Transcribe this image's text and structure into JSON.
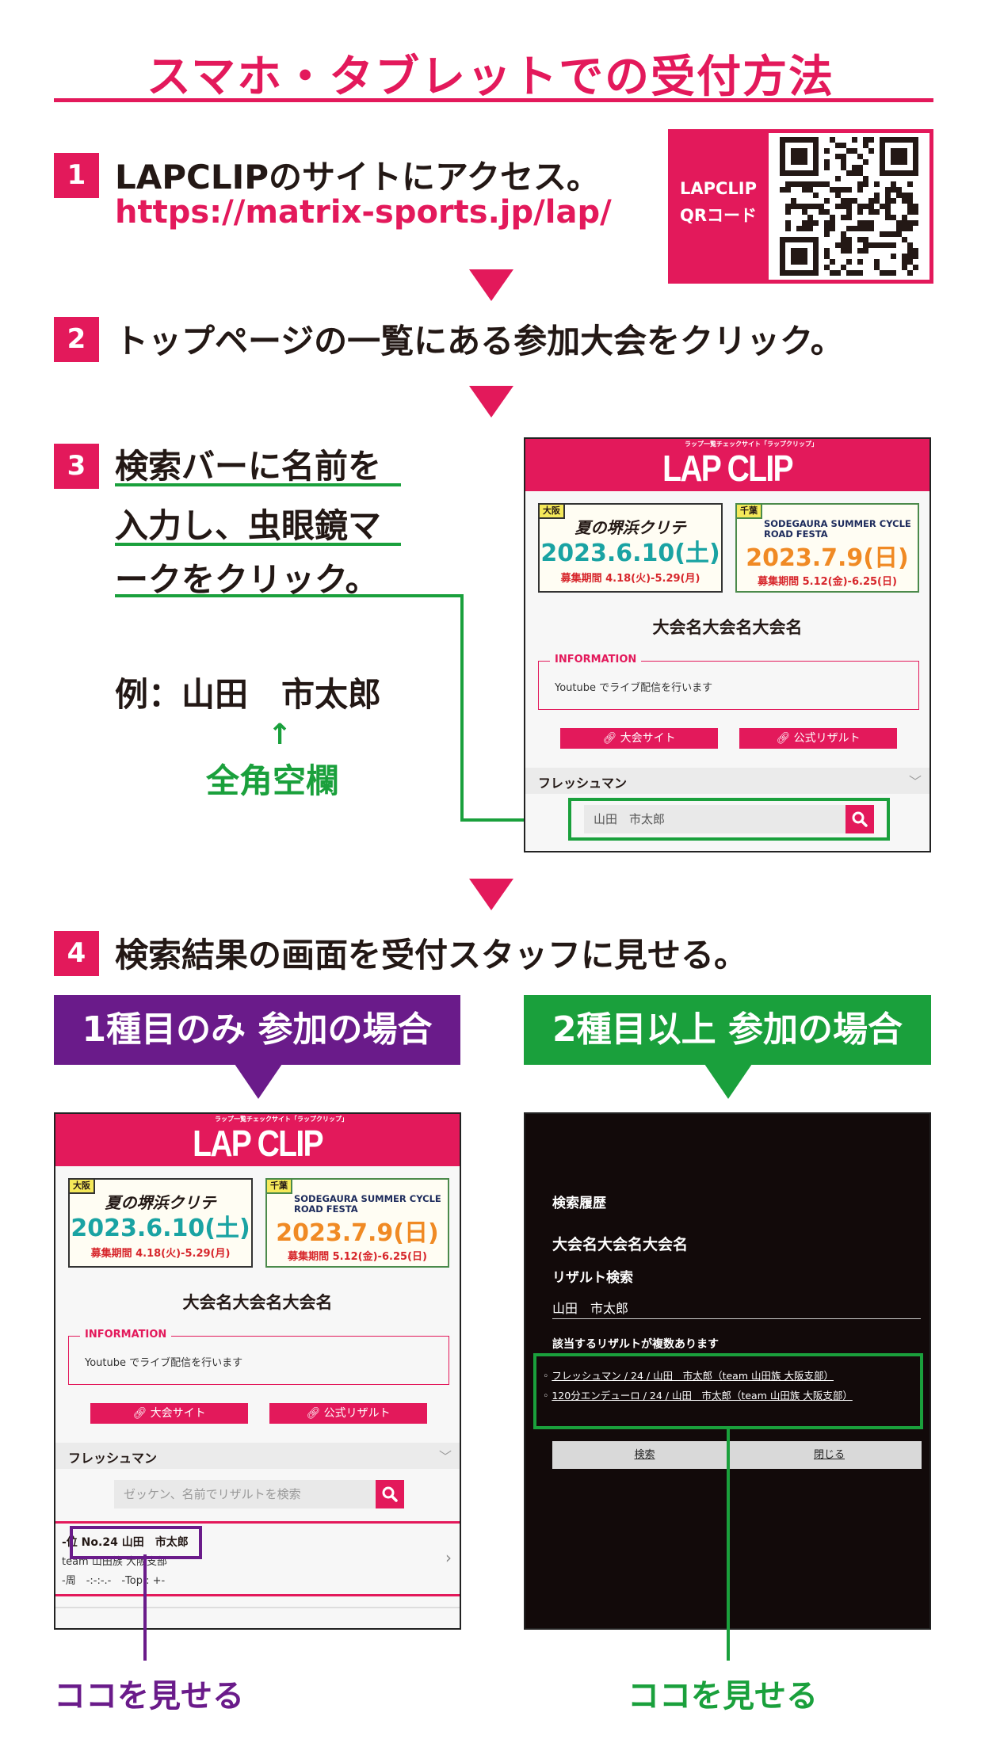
{
  "title": "スマホ・タブレットでの受付方法",
  "colors": {
    "accent": "#e3195b",
    "green": "#1aa03c",
    "purple": "#6a1b8a",
    "teal": "#1aa3a3",
    "orange": "#f08a24"
  },
  "steps": [
    {
      "num": "1",
      "text": "LAPCLIPのサイトにアクセス。",
      "url": "https://matrix-sports.jp/lap/"
    },
    {
      "num": "2",
      "text": "トップページの一覧にある参加大会をクリック。"
    },
    {
      "num": "3",
      "lines": [
        "検索バーに名前を",
        "入力し、虫眼鏡マ",
        "ークをクリック。"
      ],
      "example": "例：山田　市太郎",
      "arrow": "↑",
      "note": "全角空欄"
    },
    {
      "num": "4",
      "text": "検索結果の画面を受付スタッフに見せる。"
    }
  ],
  "qr": {
    "label1": "LAPCLIP",
    "label2": "QRコード",
    "icon": "qr-code-icon"
  },
  "cases": {
    "single": {
      "label": "1種目のみ 参加の場合",
      "show": "ココを見せる"
    },
    "multiple": {
      "label": "2種目以上 参加の場合",
      "show": "ココを見せる"
    }
  },
  "phone": {
    "tagline": "ラップ一覧チェックサイト「ラップクリップ」",
    "logo": "LAP CLIP",
    "banner_left": {
      "tag": "大阪",
      "name": "夏の堺浜クリテ",
      "date": "2023.6.10(土)",
      "period": "募集期間 4.18(火)-5.29(月)"
    },
    "banner_right": {
      "tag": "千葉",
      "name": "SODEGAURA SUMMER CYCLE ROAD FESTA",
      "date": "2023.7.9(日)",
      "period": "募集期間 5.12(金)-6.25(日)"
    },
    "event_title": "大会名大会名大会名",
    "info_legend": "INFORMATION",
    "info_text": "Youtube でライブ配信を行います",
    "btn_site": "大会サイト",
    "btn_result": "公式リザルト",
    "category": "フレッシュマン",
    "search_value": "山田　市太郎",
    "search_placeholder": "ゼッケン、名前でリザルトを検索",
    "result": {
      "line1": "-位 No.24 山田　市太郎",
      "line2": "team 山田族 大阪支部",
      "line3": "-周　-:-:-.-　-Top : +-"
    },
    "dialog": {
      "history": "検索履歴",
      "event": "大会名大会名大会名",
      "result_search": "リザルト検索",
      "query": "山田　市太郎",
      "multiple": "該当するリザルトが複数あります",
      "items": [
        "フレッシュマン / 24 / 山田　市太郎（team 山田族 大阪支部）",
        "120分エンデューロ / 24 / 山田　市太郎（team 山田族 大阪支部）"
      ],
      "search_btn": "検索",
      "close_btn": "閉じる"
    }
  }
}
